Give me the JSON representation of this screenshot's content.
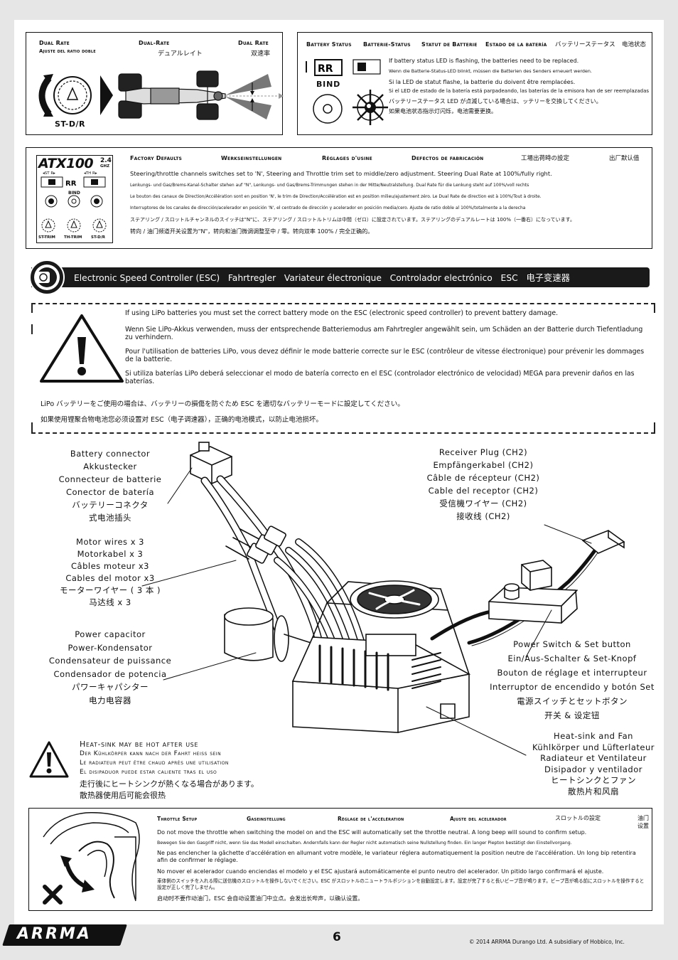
{
  "dual_rate": {
    "label_en": "Dual Rate",
    "label_fr": "Ajuste del ratio doble",
    "label_de": "Dual-Rate",
    "label_ja": "デュアルレイト",
    "label_es": "Dual Rate",
    "label_zh": "双速率",
    "knob_label": "ST-D/R"
  },
  "battery_status": {
    "headers": [
      "Battery Status",
      "Batterie-Status",
      "Statut de Batterie",
      "Estado de la batería",
      "バッテリーステータス",
      "电池状态"
    ],
    "bind_label": "BIND",
    "lines": [
      "If battery status LED is flashing, the batteries need to be replaced.",
      "Wenn die Batterie-Status-LED blinkt, müssen die Batterien des Senders erneuert werden.",
      "Si la LED de statut flashe, la batterie du doivent être remplacées.",
      "Si el LED de estado de la batería está parpadeando, las baterías de la emisora han de ser reemplazadas",
      "バッテリーステータス LED が点滅している場合は、ッテリーを交換してください。",
      "如果电池状态指示灯闪烁，电池需要更换。"
    ]
  },
  "factory": {
    "brand": "ATX100",
    "brand_sub": "2.4",
    "brand_ghz": "GHZ",
    "st_r": "◂ST R▸",
    "th_r": "◂TH R▸",
    "bind": "BIND",
    "knobs": [
      "ST-TRIM",
      "TH-TRIM",
      "ST-D/R"
    ],
    "headers": [
      "Factory Defaults",
      "Werkseinstellungen",
      "Réglages d'usine",
      "Defectos de fabricación",
      "工場出荷時の設定",
      "出厂默认值"
    ],
    "lines": [
      "Steering/throttle channels switches set to 'N', Steering and Throttle trim set to middle/zero adjustment. Steering Dual Rate at 100%/fully right.",
      "Lenkungs- und Gas/Brems-Kanal-Schalter stehen auf \"N\", Lenkungs- und Gas/Brems-Trimmungen stehen in der Mitte/Neutralstellung. Dual Rate für die Lenkung steht auf 100%/voll rechts",
      "Le bouton des canaux de Direction/Accélération sont en position 'N', le trim de Direction/Accélération est en position milieu/ajustement zéro. Le Dual Rate de direction est à 100%/Tout à droite.",
      "Interruptores de los canales de dirección/acelerador en posición 'N', el centrado de dirección y acelerador en posición media/cero. Ajuste de ratio doble al 100%/totalmente a la derecha",
      "ステアリング / スロットルチャンネルのスイッチは\"N\"に、ステアリング / スロットルトリムは中間（ゼロ）に設定されています。ステアリングのデュアルレートは 100%（一番右）になっています。",
      "转向 / 油门频道开关设置为\"N\"，转向和油门微调调整至中 / 零。转向双率 100% / 完全正确的。"
    ]
  },
  "esc": {
    "title": "Electronic Speed Controller (ESC)   Fahrtregler   Variateur électronique   Controlador electrónico   ESC   电子变速器",
    "warning_lines": [
      "If using LiPo batteries you must set the correct battery mode on the ESC (electronic speed controller) to prevent battery damage.",
      "Wenn Sie LiPo-Akkus verwenden, muss der entsprechende Batteriemodus am Fahrtregler angewählt sein, um Schäden an der Batterie durch Tiefentladung zu verhindern.",
      "Pour l'utilisation de batteries LiPo, vous devez définir le mode batterie correcte sur le ESC (contrôleur de vitesse électronique) pour prévenir les dommages de la batterie.",
      "Si utiliza baterías LiPo deberá seleccionar el modo de batería correcto en el ESC (controlador electrónico de velocidad) MEGA para prevenir daños en las baterías."
    ],
    "warning_ja": "LiPo バッテリーをご使用の場合は、バッテリーの損傷を防ぐため ESC を適切なバッテリーモードに設定してください。",
    "warning_zh": "如果使用锂聚合物电池您必须设置对 ESC（电子调速器），正确的电池模式，以防止电池损坏。"
  },
  "labels": {
    "battery_connector": [
      "Battery connector",
      "Akkustecker",
      "Connecteur de batterie",
      "Conector de batería",
      "バッテリーコネクタ",
      "式电池插头"
    ],
    "receiver_plug": [
      "Receiver Plug (CH2)",
      "Empfängerkabel (CH2)",
      "Câble de récepteur (CH2)",
      "Cable del receptor (CH2)",
      "受信機ワイヤー (CH2)",
      "接收线 (CH2)"
    ],
    "motor_wires": [
      "Motor wires x 3",
      "Motorkabel x 3",
      "Câbles moteur x3",
      "Cables del motor x3",
      "モーターワイヤー ( 3 本 )",
      "马达线 x 3"
    ],
    "power_capacitor": [
      "Power capacitor",
      "Power-Kondensator",
      "Condensateur de puissance",
      "Condensador de potencia",
      "パワーキャパシター",
      "电力电容器"
    ],
    "power_switch": [
      "Power Switch & Set button",
      "Ein/Aus-Schalter & Set-Knopf",
      "Bouton de réglage et interrupteur",
      "Interruptor de encendido y botón Set",
      "電源スイッチとセットボタン",
      "开关 & 设定钮"
    ],
    "heatsink_fan": [
      "Heat-sink and Fan",
      "Kühlkörper und Lüfterlateur",
      "Radiateur et Ventilateur",
      "Disipador y ventilador",
      "ヒートシンクとファン",
      "散热片和风扇"
    ]
  },
  "heat_warning": {
    "lines": [
      "Heat-sink may be hot after use",
      "Der Kühlkörper kann nach der Fahrt heiss sein",
      "Le radiateur peut être chaud après une utilisation",
      "El disipaduor puede estar caliente tras el uso"
    ],
    "ja": "走行後にヒートシンクが熱くなる場合があります。",
    "zh": "散热器使用后可能会很热"
  },
  "throttle": {
    "headers": [
      "Throttle Setup",
      "Gaseinstellung",
      "Réglage de l'accélération",
      "Ajuste del acelerador",
      "スロットルの設定",
      "油门设置"
    ],
    "lines": [
      "Do not move the throttle when switching the model on and the ESC will automatically set the throttle neutral. A long beep will sound to confirm setup.",
      "Bewegen Sie den Gasgriff nicht, wenn Sie das Modell einschalten. Andernfalls kann der Regler nicht automatisch seine Nullstellung finden. Ein langer Piepton bestätigt den Einstellvorgang.",
      "Ne pas enclencher la gâchette d'accélération en allumant votre modèle, le variateur réglera automatiquement la position neutre de l'accélération. Un long bip retentira afin de confirmer le réglage.",
      "No mover el acelerador cuando enciendas el modelo y el ESC ajustará automáticamente el punto neutro del acelerador. Un pitido largo confirmará el ajuste.",
      "車体側のスイッチを入れる際に送信機のスロットルを操作しないでください。ESC がスロットルのニュートラルポジションを自動設定します。設定が完了すると長いビープ音が鳴ります。ビープ音が鳴る前にスロットルを操作すると設定が正しく完了しません。",
      "启动时不要作动油门，ESC 会自动设置油门中立点。会发出长哔声，以确认设置。"
    ]
  },
  "footer": {
    "logo": "ARRMA",
    "page_number": "6",
    "copyright": "© 2014 ARRMA Durango Ltd. A subsidiary of Hobbico, Inc."
  },
  "colors": {
    "ink": "#111111",
    "page_bg": "#e6e6e6",
    "title_bar": "#1a1a1a"
  }
}
